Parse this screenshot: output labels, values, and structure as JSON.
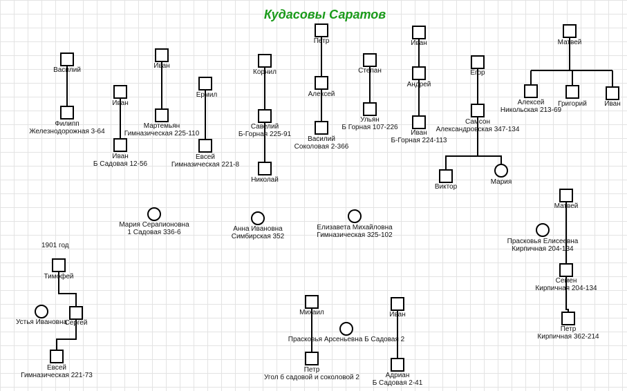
{
  "title": "Кудасовы Саратов",
  "year_note": "1901 год",
  "persons": [
    {
      "id": "vasiliy1",
      "shape": "square",
      "lines": [
        "Василий"
      ]
    },
    {
      "id": "filipp",
      "shape": "square",
      "lines": [
        "Филипп",
        "Железнодорожная 3-64"
      ]
    },
    {
      "id": "ivan_a1",
      "shape": "square",
      "lines": [
        "Иван"
      ]
    },
    {
      "id": "ivan_a2",
      "shape": "square",
      "lines": [
        "Иван",
        "Б Садовая 12-56"
      ]
    },
    {
      "id": "ivan_b",
      "shape": "square",
      "lines": [
        "Иван"
      ]
    },
    {
      "id": "martemyan",
      "shape": "square",
      "lines": [
        "Мартемьян",
        "Гимназическая 225-110"
      ]
    },
    {
      "id": "ermil",
      "shape": "square",
      "lines": [
        "Ермил"
      ]
    },
    {
      "id": "evsey1",
      "shape": "square",
      "lines": [
        "Евсей",
        "Гимназическая 221-8"
      ]
    },
    {
      "id": "korniil",
      "shape": "square",
      "lines": [
        "Корнил"
      ]
    },
    {
      "id": "saveliy",
      "shape": "square",
      "lines": [
        "Савелий",
        "Б-Горная 225-91"
      ]
    },
    {
      "id": "nikolay",
      "shape": "square",
      "lines": [
        "Николай"
      ]
    },
    {
      "id": "petr1",
      "shape": "square",
      "lines": [
        "Петр"
      ]
    },
    {
      "id": "aleksey1",
      "shape": "square",
      "lines": [
        "Алексей"
      ]
    },
    {
      "id": "vasiliy2",
      "shape": "square",
      "lines": [
        "Василий",
        "Соколовая 2-366"
      ]
    },
    {
      "id": "stepan",
      "shape": "square",
      "lines": [
        "Степан"
      ]
    },
    {
      "id": "ulyan",
      "shape": "square",
      "lines": [
        "Ульян",
        "Б Горная 107-226"
      ]
    },
    {
      "id": "ivan_c1",
      "shape": "square",
      "lines": [
        "Иван"
      ]
    },
    {
      "id": "andrey",
      "shape": "square",
      "lines": [
        "Андрей"
      ]
    },
    {
      "id": "ivan_c2",
      "shape": "square",
      "lines": [
        "Иван",
        "Б-Горная 224-113"
      ]
    },
    {
      "id": "egor",
      "shape": "square",
      "lines": [
        "Егор"
      ]
    },
    {
      "id": "samson",
      "shape": "square",
      "lines": [
        "Самсон",
        "Александровская 347-134"
      ]
    },
    {
      "id": "viktor",
      "shape": "square",
      "lines": [
        "Виктор"
      ]
    },
    {
      "id": "mariya1",
      "shape": "circle",
      "lines": [
        "Мария"
      ]
    },
    {
      "id": "matvey1",
      "shape": "square",
      "lines": [
        "Матвей"
      ]
    },
    {
      "id": "aleksey2",
      "shape": "square",
      "lines": [
        "Алексей",
        "Никольская 213-69"
      ]
    },
    {
      "id": "grigoriy",
      "shape": "square",
      "lines": [
        "Григорий"
      ]
    },
    {
      "id": "ivan_d",
      "shape": "square",
      "lines": [
        "Иван"
      ]
    },
    {
      "id": "mariya2",
      "shape": "circle",
      "lines": [
        "Мария Серапионовна",
        "1 Садовая 336-6"
      ]
    },
    {
      "id": "anna",
      "shape": "circle",
      "lines": [
        "Анна Ивановна",
        "Симбирская 352"
      ]
    },
    {
      "id": "elizaveta",
      "shape": "circle",
      "lines": [
        "Елизавета Михайловна",
        "Гимназическая 325-102"
      ]
    },
    {
      "id": "matvey2",
      "shape": "square",
      "lines": [
        "Матвей"
      ]
    },
    {
      "id": "praskovya1",
      "shape": "circle",
      "lines": [
        "Прасковья Елисеевна",
        "Кирпичная 204-134"
      ]
    },
    {
      "id": "semen",
      "shape": "square",
      "lines": [
        "Семен",
        "Кирпичная 204-134"
      ]
    },
    {
      "id": "petr2",
      "shape": "square",
      "lines": [
        "Петр",
        "Кирпичная 362-214"
      ]
    },
    {
      "id": "timofey",
      "shape": "square",
      "lines": [
        "Тимофей"
      ]
    },
    {
      "id": "ustya",
      "shape": "circle",
      "lines": [
        "Устья Ивановна"
      ]
    },
    {
      "id": "sergey",
      "shape": "square",
      "lines": [
        "Сергей"
      ]
    },
    {
      "id": "evsey2",
      "shape": "square",
      "lines": [
        "Евсей",
        "Гимназическая 221-73"
      ]
    },
    {
      "id": "mihail",
      "shape": "square",
      "lines": [
        "Михаил"
      ]
    },
    {
      "id": "praskovya2",
      "shape": "circle",
      "lines": [
        "Прасковья Арсеньевна Б Садовая 2"
      ]
    },
    {
      "id": "petr3",
      "shape": "square",
      "lines": [
        "Петр",
        "Угол б садовой и соколовой 2"
      ]
    },
    {
      "id": "ivan_e",
      "shape": "square",
      "lines": [
        "Иван"
      ]
    },
    {
      "id": "adrian",
      "shape": "square",
      "lines": [
        "Адриан",
        "Б Садовая 2-41"
      ]
    }
  ]
}
